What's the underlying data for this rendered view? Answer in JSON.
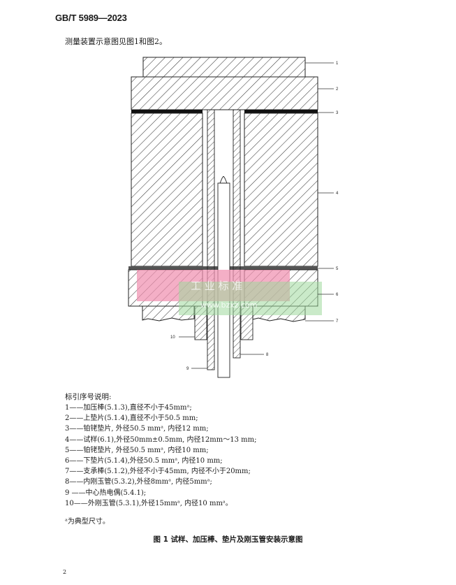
{
  "header": {
    "standard_number": "GB/T 5989—2023"
  },
  "intro_text": "测量装置示意图见图1和图2。",
  "figure": {
    "callouts": [
      "1",
      "2",
      "3",
      "4",
      "5",
      "6",
      "7",
      "8",
      "9",
      "10"
    ],
    "watermark": {
      "line1": "工 业 标 准",
      "line2": "www.bzxz.com"
    }
  },
  "legend": {
    "title": "标引序号说明:",
    "items": [
      "1——加压棒(5.1.3),直径不小于45mmᵃ;",
      "2——上垫片(5.1.4),直径不小于50.5 mm;",
      "3——铂铑垫片, 外径50.5 mmᵃ, 内径12 mm;",
      "4——试样(6.1),外径50mm±0.5mm,    内径12mm～13 mm;",
      "5——铂铑垫片, 外径50.5 mmᵃ, 内径10 mm;",
      "6——下垫片(5.1.4),外径50.5 mmᵃ, 内径10 mm;",
      "7——支承棒(5.1.2),外径不小于45mm,    内径不小于20mm;",
      "8——内刚玉管(5.3.2),外径8mmᵃ,    内径5mmᵃ;",
      "9 ——中心热电偶(5.4.1);",
      "10——外刚玉管(5.3.1),外径15mmᵃ,  内径10 mmᵃ。"
    ],
    "note": "ᵃ为典型尺寸。"
  },
  "caption": "图 1    试样、加压棒、垫片及刚玉管安装示意图",
  "page_number": "2"
}
